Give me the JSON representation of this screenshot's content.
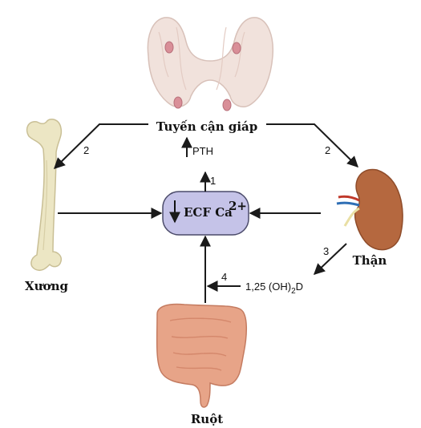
{
  "center": {
    "label": "ECF Ca",
    "superscript": "2+",
    "direction": "decrease",
    "fill": "#c5c3e8"
  },
  "organs": {
    "parathyroid": {
      "label": "Tuyến cận giáp",
      "icon": "parathyroid-gland-icon"
    },
    "bone": {
      "label": "Xương",
      "icon": "bone-icon"
    },
    "kidney": {
      "label": "Thận",
      "icon": "kidney-icon"
    },
    "intestine": {
      "label": "Ruột",
      "icon": "intestine-icon"
    }
  },
  "arrows": {
    "pth_label": "PTH",
    "step1": "1",
    "step2_bone": "2",
    "step2_kidney": "2",
    "step3": "3",
    "step4": "4",
    "vitd_main": "1,25 (OH)",
    "vitd_sub": "2",
    "vitd_tail": "D"
  },
  "colors": {
    "arrow": "#1a1a1a",
    "bone": "#ece6c4",
    "kidney": "#b5683f",
    "thyroid": "#f1e2dc",
    "gland_dot": "#d98f98",
    "intestine": "#e7a488"
  }
}
